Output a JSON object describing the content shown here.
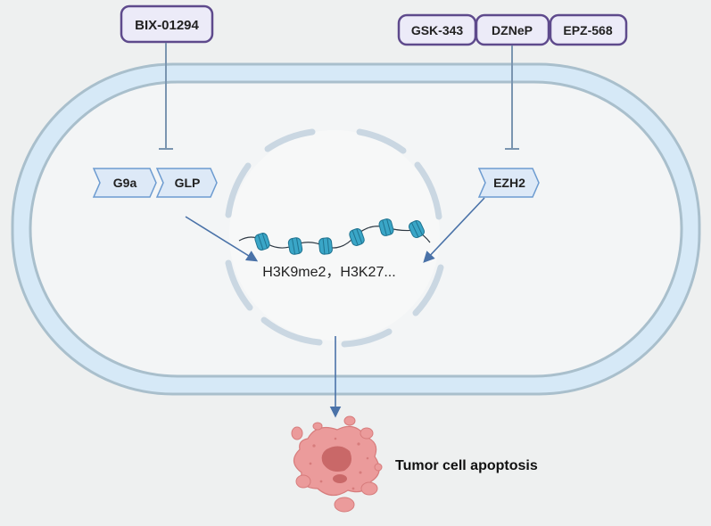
{
  "inhibitors": {
    "left": [
      "BIX-01294"
    ],
    "right": [
      "GSK-343",
      "DZNeP",
      "EPZ-568"
    ]
  },
  "enzymes": {
    "left": [
      "G9a",
      "GLP"
    ],
    "right": [
      "EZH2"
    ]
  },
  "nucleus": {
    "marks_label": "H3K9me2，H3K27..."
  },
  "outcome": {
    "label": "Tumor cell apoptosis"
  },
  "colors": {
    "background": "#eef0f0",
    "membrane_outer": "#d6e9f7",
    "membrane_stroke": "#a9bfcc",
    "cytoplasm": "#f3f5f6",
    "nucleus_fill": "#f7f8f8",
    "nuclear_envelope": "#cad7e2",
    "inhibitor_fill": "#ecebf8",
    "inhibitor_stroke": "#5e4a8c",
    "enzyme_fill": "#dde9f7",
    "enzyme_stroke": "#6c9bd0",
    "arrow": "#4a72a8",
    "inhibit_line": "#7a95b0",
    "nucleosome": "#3aa6c7",
    "apoptosis_fill": "#eb9b9b",
    "apoptosis_dark": "#c96868"
  }
}
